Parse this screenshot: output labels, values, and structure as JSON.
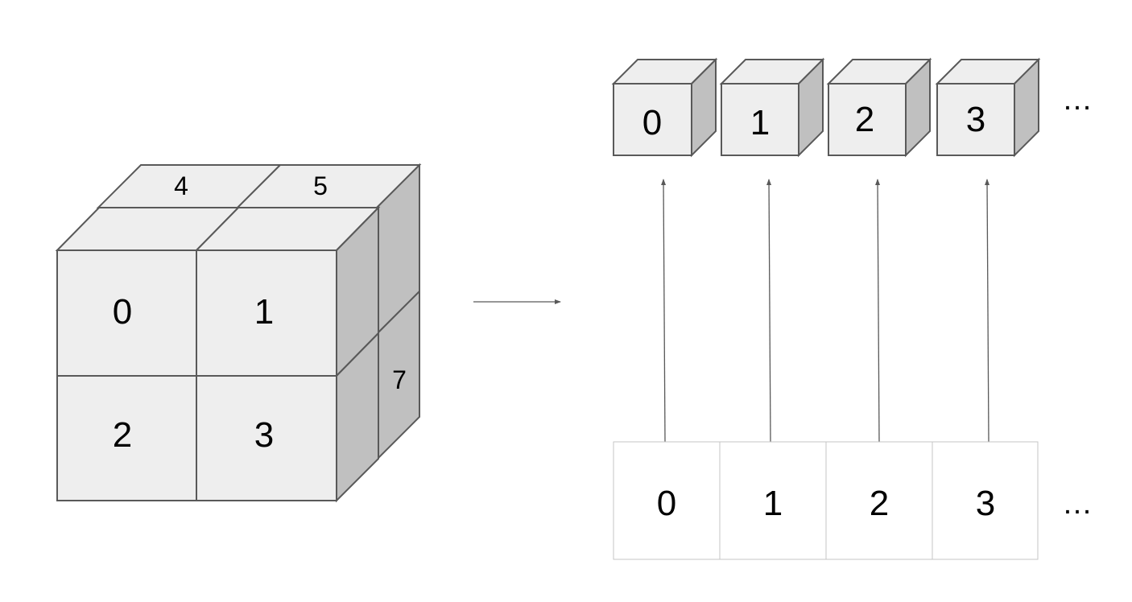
{
  "cube": {
    "front_labels": [
      "0",
      "1",
      "2",
      "3"
    ],
    "top_back_labels": [
      "4",
      "5"
    ],
    "side_back_label": "7"
  },
  "output_cubes": [
    "0",
    "1",
    "2",
    "3"
  ],
  "output_ellipsis": "…",
  "array_cells": [
    "0",
    "1",
    "2",
    "3"
  ],
  "array_ellipsis": "…"
}
